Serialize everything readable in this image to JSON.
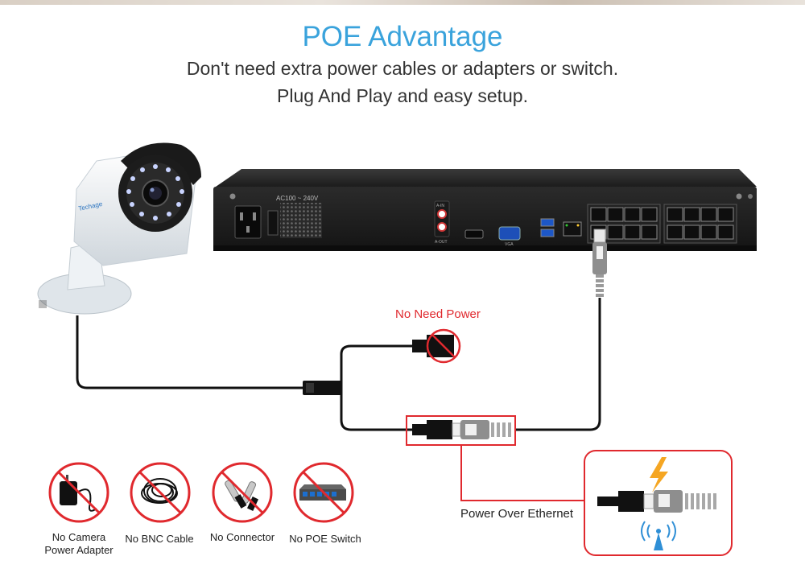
{
  "header": {
    "title": "POE Advantage",
    "subtitle_line1": "Don't need extra power cables or adapters or switch.",
    "subtitle_line2": "Plug And Play and easy setup."
  },
  "camera": {
    "brand": "Techage"
  },
  "nvr": {
    "voltage_label": "AC100 ~ 240V",
    "audio_in_label": "A-IN",
    "audio_out_label": "A-OUT",
    "vga_label": "VGA"
  },
  "diagram": {
    "no_need_power_label": "No Need Power",
    "poe_label": "Power Over Ethernet"
  },
  "no_items": [
    {
      "label_line1": "No Camera",
      "label_line2": "Power Adapter"
    },
    {
      "label_line1": "No BNC Cable",
      "label_line2": ""
    },
    {
      "label_line1": "No Connector",
      "label_line2": ""
    },
    {
      "label_line1": "No POE Switch",
      "label_line2": ""
    }
  ],
  "colors": {
    "title_blue": "#3aa3dc",
    "red_accent": "#e0292e",
    "lightning_orange": "#f5a623",
    "wifi_blue": "#2f8fd6"
  }
}
